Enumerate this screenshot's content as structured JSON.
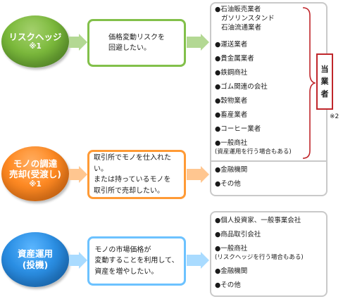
{
  "rows": [
    {
      "oval_title": "リスクヘッジ",
      "oval_note": "※1",
      "desc_lines": [
        "価格変動リスクを",
        "回避したい。"
      ]
    },
    {
      "oval_title_lines": [
        "モノの調達",
        "売却(受渡し)"
      ],
      "oval_note": "※1",
      "desc_lines": [
        "取引所でモノを仕入れたい。",
        "または持っているモノを",
        "取引所で売却したい。"
      ]
    },
    {
      "oval_title_lines": [
        "資産運用",
        "(投機)"
      ],
      "desc_lines": [
        "モノの市場価格が",
        "変動することを利用して、",
        "資産を増やしたい。"
      ]
    }
  ],
  "upper_panel": {
    "items": [
      {
        "lines": [
          "●石油販売業者",
          "ガソリンスタンド",
          "石油流通業者"
        ]
      },
      {
        "lines": [
          "●運送業者"
        ]
      },
      {
        "lines": [
          "●貴金属業者"
        ]
      },
      {
        "lines": [
          "●鉄鋼商社"
        ]
      },
      {
        "lines": [
          "●ゴム関連の会社"
        ]
      },
      {
        "lines": [
          "●穀物業者"
        ]
      },
      {
        "lines": [
          "●畜産業者"
        ]
      },
      {
        "lines": [
          "●コーヒー業者"
        ]
      },
      {
        "lines": [
          "●一般商社",
          "(資産運用を行う場合もある)"
        ]
      }
    ],
    "lower_items": [
      "●金融機関",
      "●その他"
    ]
  },
  "lower_panel": {
    "items": [
      {
        "lines": [
          "●個人投資家、一般事業会社"
        ]
      },
      {
        "lines": [
          "●商品取引会社"
        ]
      },
      {
        "lines": [
          "●一般商社",
          "(リスクヘッジを行う場合もある)"
        ]
      },
      {
        "lines": [
          "●金融機関"
        ]
      },
      {
        "lines": [
          "●その他"
        ]
      }
    ]
  },
  "tojisha_chars": [
    "当",
    "業",
    "者"
  ],
  "tojisha_note": "※2",
  "colors": {
    "green": "#7cba3c",
    "orange": "#ff8a23",
    "blue": "#2b8fe4",
    "tojisha_border": "#c0262b",
    "panel_border": "#c9c9c9"
  }
}
